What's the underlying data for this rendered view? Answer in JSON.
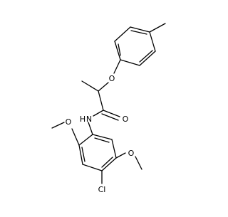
{
  "molecule": {
    "atom_labels": {
      "o_ether_top": "O",
      "o_carbonyl": "O",
      "nh": "N",
      "nh_h": "H",
      "o_methoxy_left": "O",
      "o_methoxy_right": "O",
      "cl": "Cl"
    },
    "colors": {
      "bond": "#000000",
      "label": "#000000",
      "background": "#ffffff"
    }
  }
}
